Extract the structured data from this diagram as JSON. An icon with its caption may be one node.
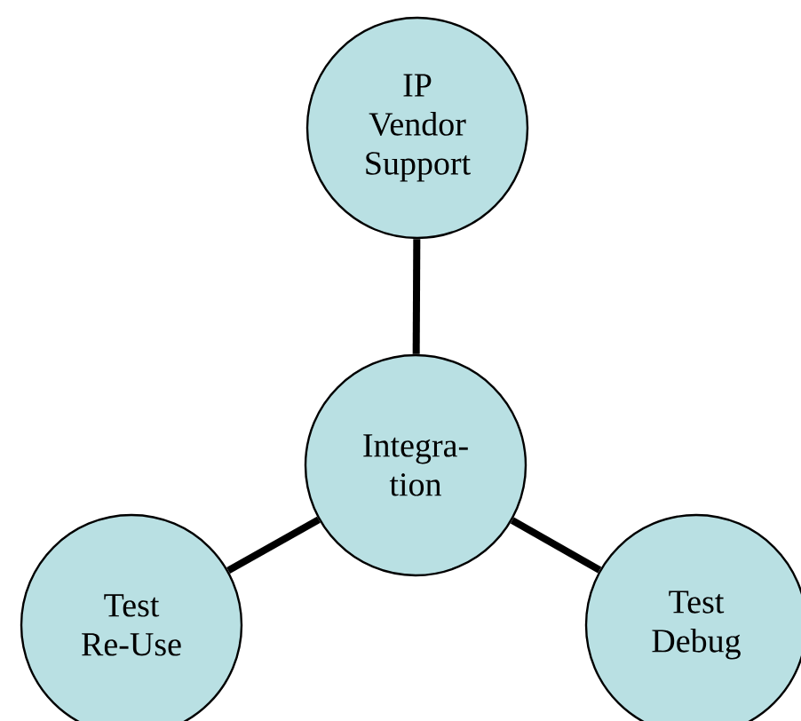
{
  "diagram": {
    "nodes": [
      {
        "text": [
          "IP Vendor Support"
        ]
      },
      {
        "text": [
          "Integra-tion"
        ]
      },
      {
        "text": [
          "Test Re-Use"
        ]
      },
      {
        "text": [
          "Test Debug"
        ]
      }
    ],
    "edges": [
      {
        "from": 1,
        "to": 0,
        "arrow": "none"
      },
      {
        "from": 1,
        "to": 2,
        "arrow": "none"
      },
      {
        "from": 1,
        "to": 3,
        "arrow": "none"
      }
    ]
  }
}
